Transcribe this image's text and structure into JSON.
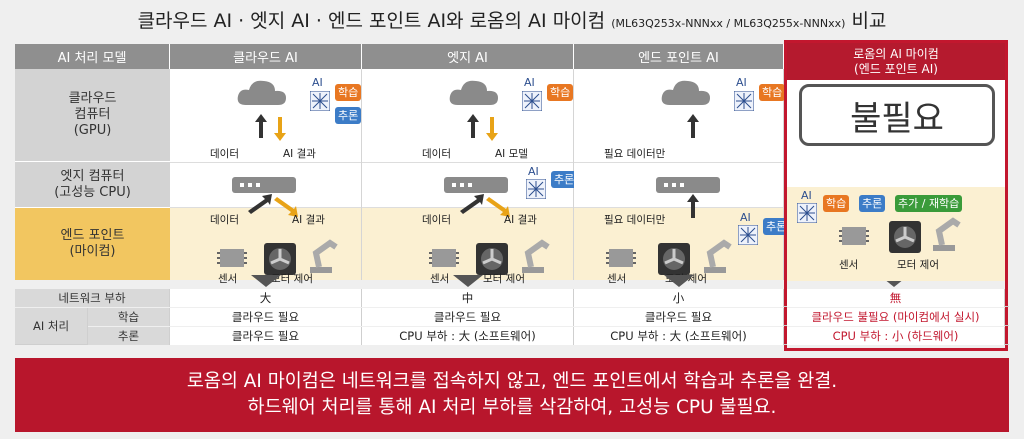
{
  "title": {
    "main": "클라우드 AI · 엣지 AI · 엔드 포인트 AI와 로옴의 AI 마이컴",
    "parts": "(ML63Q253x-NNNxx / ML63Q255x-NNNxx)",
    "suffix": "비교"
  },
  "header": {
    "model": "AI 처리 모델",
    "cloud": "클라우드 AI",
    "edge": "엣지 AI",
    "endpoint": "엔드 포인트 AI",
    "rohm": "로옴의 AI 마이컴\n(엔드 포인트 AI)"
  },
  "rows": {
    "cloud_computer": "클라우드\n컴퓨터\n(GPU)",
    "edge_computer": "엣지 컴퓨터\n(고성능 CPU)",
    "endpoint": "엔드 포인트\n(마이컴)"
  },
  "labels": {
    "ai": "AI",
    "learn": "학습",
    "infer": "추론",
    "retrain": "추가 / 재학습",
    "data": "데이터",
    "ai_result": "AI 결과",
    "ai_model": "AI 모델",
    "needed_data_only": "필요 데이터만",
    "sensor": "센서",
    "motor_control": "모터 제어",
    "unneeded": "불필요"
  },
  "table": {
    "network_load": "네트워크 부하",
    "ai_processing": "AI 처리",
    "learning": "학습",
    "inference": "추론",
    "cloud": {
      "net": "大",
      "learn": "클라우드 필요",
      "infer": "클라우드 필요"
    },
    "edge": {
      "net": "中",
      "learn": "클라우드 필요",
      "infer": "CPU 부하 : 大 (소프트웨어)"
    },
    "endpoint": {
      "net": "小",
      "learn": "클라우드 필요",
      "infer": "CPU 부하 : 大 (소프트웨어)"
    },
    "rohm": {
      "net": "無",
      "learn": "클라우드 불필요 (마이컴에서 실시)",
      "infer": "CPU 부하 : 小 (하드웨어)"
    }
  },
  "banner": {
    "line1": "로옴의 AI 마이컴은 네트워크를 접속하지 않고, 엔드 포인트에서 학습과 추론을 완결.",
    "line2": "하드웨어 처리를 통해 AI 처리 부하를 삭감하여, 고성능 CPU 불필요."
  },
  "colors": {
    "accent": "#b8162c",
    "learn": "#e87722",
    "infer": "#3c7cc7",
    "retrain": "#3a9b3a",
    "endpoint_row": "#f2c660"
  }
}
